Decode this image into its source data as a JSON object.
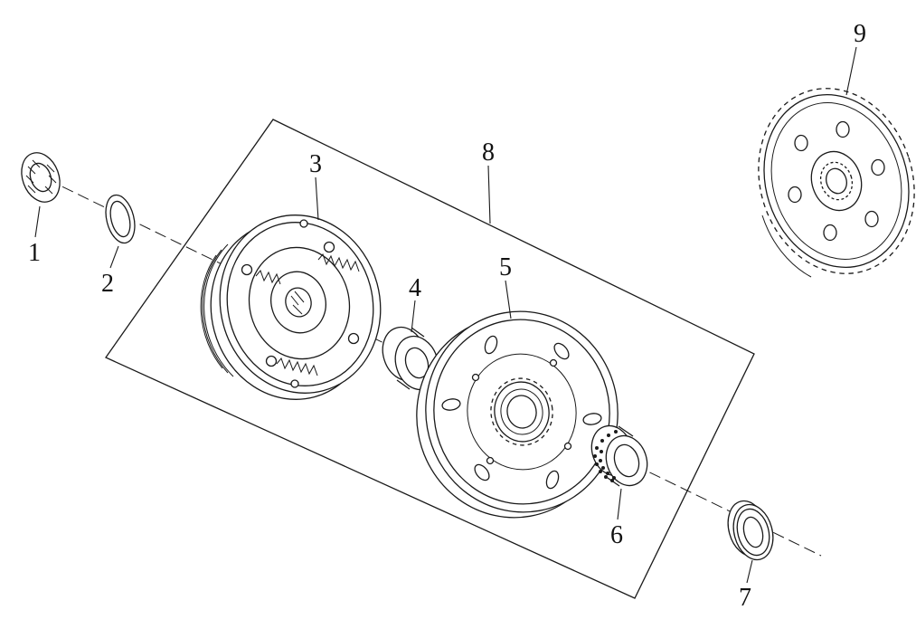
{
  "figure": {
    "background": "#ffffff",
    "line_color": "#1a1a1a",
    "type": "exploded-parts-diagram",
    "callouts": [
      {
        "label": "1",
        "part": "nut"
      },
      {
        "label": "2",
        "part": "lock-washer"
      },
      {
        "label": "3",
        "part": "clutch-shoe-assembly"
      },
      {
        "label": "4",
        "part": "bushing"
      },
      {
        "label": "5",
        "part": "clutch-housing-gear"
      },
      {
        "label": "6",
        "part": "needle-bearing"
      },
      {
        "label": "7",
        "part": "thrust-washer"
      },
      {
        "label": "8",
        "part": "clutch-assembly-group"
      },
      {
        "label": "9",
        "part": "driven-gear"
      }
    ]
  }
}
